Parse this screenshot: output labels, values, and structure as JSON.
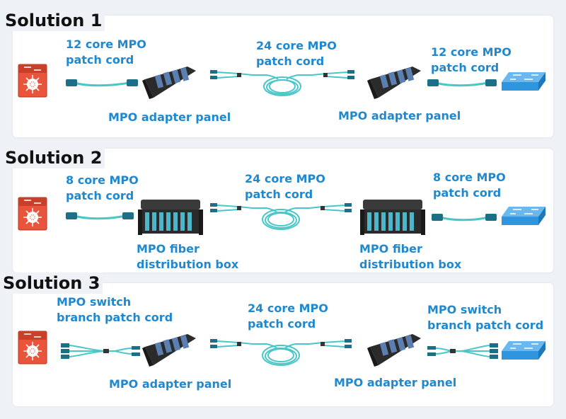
{
  "solutions": [
    {
      "title": "Solution 1",
      "left_cord": [
        "12 core MPO",
        "patch cord"
      ],
      "trunk": [
        "24 core MPO",
        "patch cord"
      ],
      "right_cord": [
        "12 core MPO",
        "patch cord"
      ],
      "left_device": [
        "MPO adapter panel"
      ],
      "right_device": [
        "MPO adapter panel"
      ]
    },
    {
      "title": "Solution 2",
      "left_cord": [
        "8 core MPO",
        "patch cord"
      ],
      "trunk": [
        "24 core MPO",
        "patch cord"
      ],
      "right_cord": [
        "8 core MPO",
        "patch cord"
      ],
      "left_device": [
        "MPO fiber",
        "distribution box"
      ],
      "right_device": [
        "MPO fiber",
        "distribution box"
      ]
    },
    {
      "title": "Solution 3",
      "left_cord": [
        "MPO switch",
        "branch patch cord"
      ],
      "trunk": [
        "24 core MPO",
        "patch cord"
      ],
      "right_cord": [
        "MPO switch",
        "branch patch cord"
      ],
      "left_device": [
        "MPO adapter panel"
      ],
      "right_device": [
        "MPO adapter panel"
      ]
    }
  ],
  "colors": {
    "label": "#1e88d0",
    "fiber": "#49c6c7",
    "core_switch": "#e8553c",
    "switch_blue": "#2f95de",
    "panel_dark": "#2b2b2b"
  }
}
